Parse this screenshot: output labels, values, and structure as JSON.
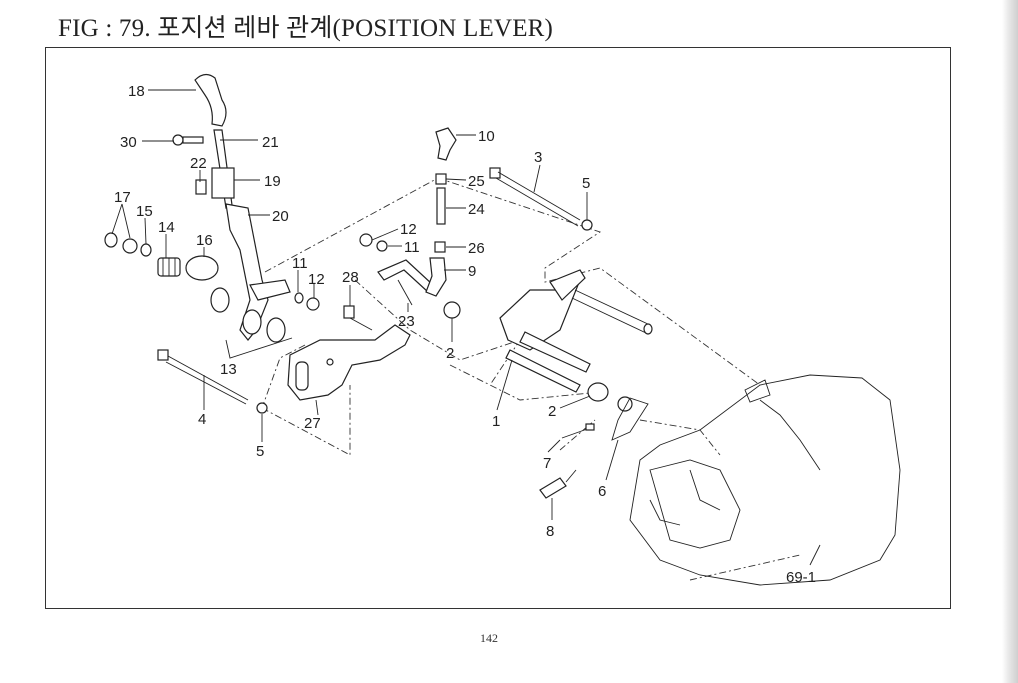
{
  "title": "FIG : 79. 포지션 레바 관계(POSITION LEVER)",
  "page_number": "142",
  "callouts": [
    "18",
    "30",
    "21",
    "22",
    "19",
    "17",
    "15",
    "14",
    "16",
    "20",
    "11",
    "12",
    "13",
    "4",
    "5",
    "27",
    "28",
    "23",
    "12",
    "11",
    "10",
    "25",
    "24",
    "26",
    "9",
    "2",
    "3",
    "5",
    "1",
    "2",
    "7",
    "6",
    "8",
    "69-1"
  ]
}
